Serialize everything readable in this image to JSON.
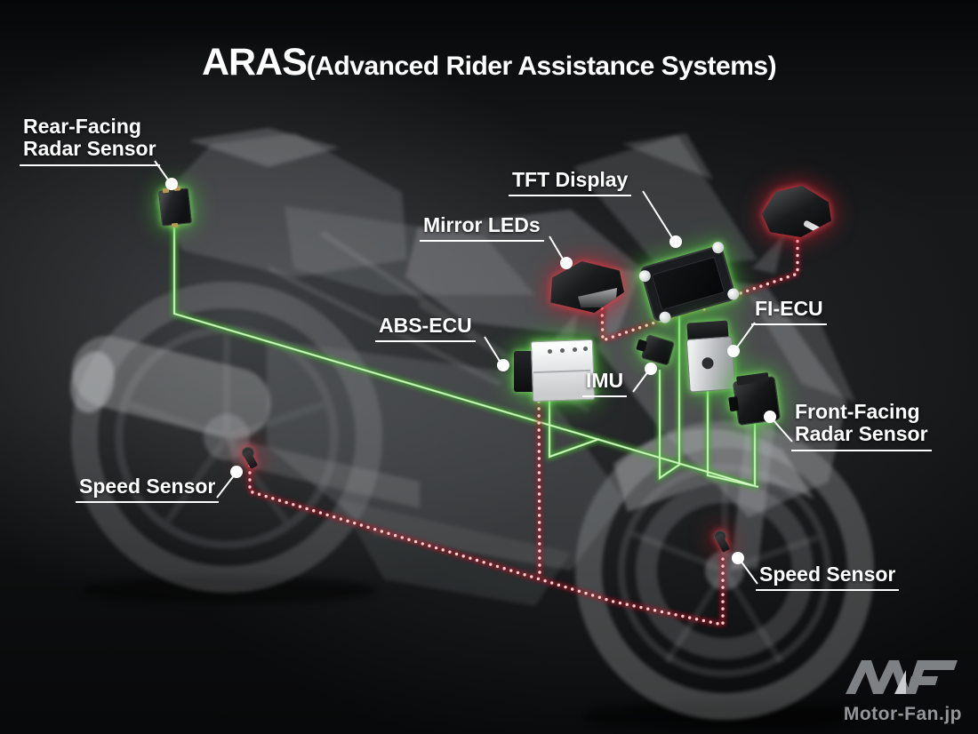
{
  "title": {
    "acronym": "ARAS",
    "expansion": "(Advanced Rider Assistance Systems)"
  },
  "labels": {
    "rear_radar": {
      "line1": "Rear-Facing",
      "line2": "Radar Sensor"
    },
    "tft_display": {
      "line1": "TFT Display"
    },
    "mirror_leds": {
      "line1": "Mirror LEDs"
    },
    "abs_ecu": {
      "line1": "ABS-ECU"
    },
    "imu": {
      "line1": "IMU"
    },
    "fi_ecu": {
      "line1": "FI-ECU"
    },
    "front_radar": {
      "line1": "Front-Facing",
      "line2": "Radar Sensor"
    },
    "speed_sensor_rear": {
      "line1": "Speed Sensor"
    },
    "speed_sensor_front": {
      "line1": "Speed Sensor"
    }
  },
  "components": [
    "rear-facing-radar-sensor",
    "mirror-leds-left-mirror",
    "tft-display",
    "right-mirror",
    "abs-ecu",
    "imu",
    "fi-ecu",
    "front-facing-radar-sensor",
    "rear-wheel-speed-sensor",
    "front-wheel-speed-sensor"
  ],
  "watermark": {
    "text": "Motor-Fan.jp"
  },
  "colors": {
    "background_dark": "#0c0d0e",
    "highlight_green": "#8fe07a",
    "highlight_red": "#d93a44",
    "red_dot_core": "#ffd2d2",
    "label_text": "#ffffff",
    "leader_line": "#ffffff",
    "ghost_bike_gray": "#b5b8ba",
    "watermark_gray": "#94969a"
  }
}
